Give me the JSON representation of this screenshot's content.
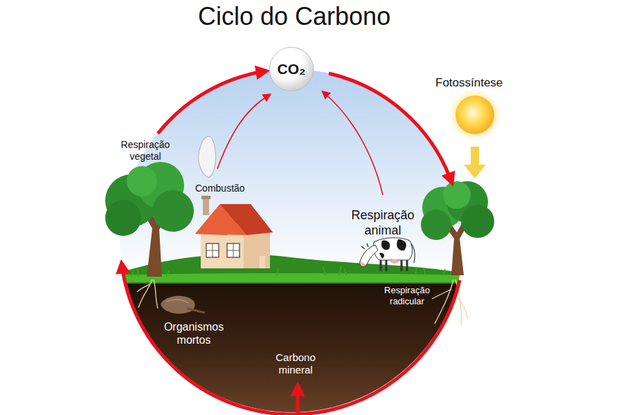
{
  "diagram": {
    "title": "Ciclo do Carbono",
    "nodes": [
      {
        "text": [
          "CO₂"
        ]
      }
    ],
    "labels": [
      "Fotossíntese",
      "Respiração vegetal",
      "Combustão",
      "Respiração animal",
      "Respiração radicular",
      "Organismos mortos",
      "Carbono mineral"
    ]
  }
}
